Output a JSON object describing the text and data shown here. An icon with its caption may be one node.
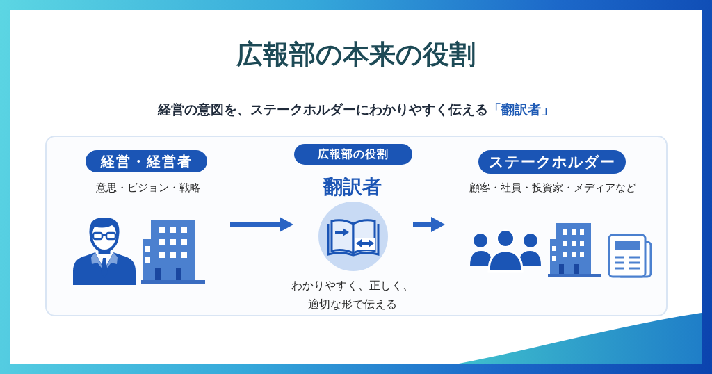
{
  "diagram": {
    "title": "広報部の本来の役割",
    "nodes": [
      {
        "text": [
          "経営・経営者"
        ],
        "beside": [
          "意思・ビジョン・戦略"
        ]
      },
      {
        "text": [],
        "shape": "picture"
      },
      {
        "text": [
          "広報部の役割"
        ],
        "beside": [
          "翻訳者"
        ]
      },
      {
        "text": [],
        "shape": "circle",
        "beside": [
          "わかりやすく、正しく、適切な形で伝える"
        ]
      },
      {
        "text": [
          "ステークホルダー"
        ],
        "beside": [
          "顧客・社員・投資家・メディアなど"
        ]
      },
      {
        "text": [],
        "shape": "picture"
      }
    ],
    "edges": [
      {
        "from": 1,
        "to": 3,
        "arrow": "to"
      },
      {
        "from": 3,
        "to": 5,
        "arrow": "to"
      }
    ],
    "labels": [
      "経営の意図を、ステークホルダーにわかりやすく伝える**「翻訳者」**"
    ]
  }
}
